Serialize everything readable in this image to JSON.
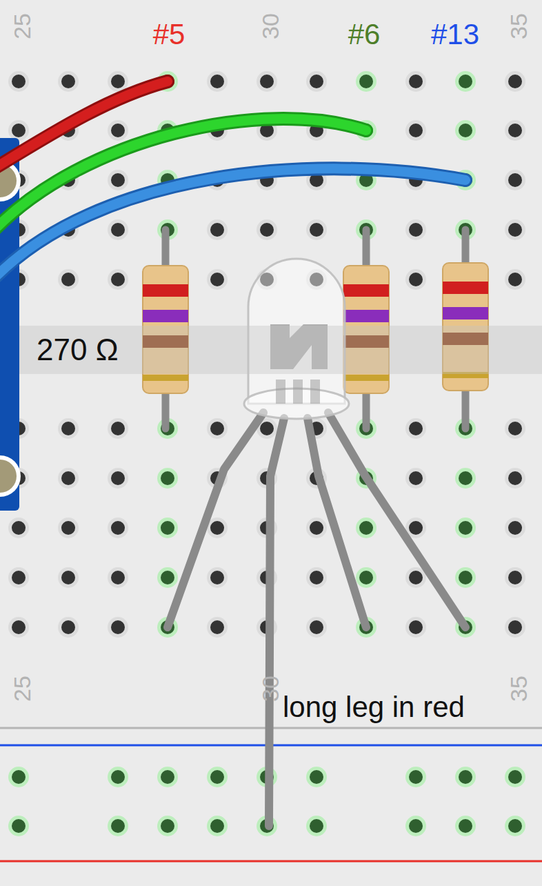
{
  "diagram": {
    "nodes": [
      {
        "text": [
          "270 Ω"
        ]
      }
    ],
    "labels": [
      "25",
      "30",
      "35",
      "#5",
      "#6",
      "#13",
      "25",
      "30",
      "35",
      "long leg in red"
    ]
  }
}
